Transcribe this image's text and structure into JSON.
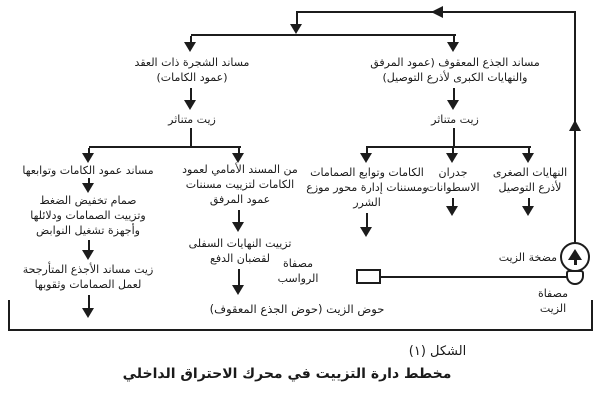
{
  "diagram": {
    "type": "flowchart",
    "language": "ar",
    "colors": {
      "background": "#ffffff",
      "line": "#1c1c1c",
      "text": "#1a1a1a"
    },
    "nodes": {
      "camshaft_bearings": "مساند الشجرة ذات العقد\n(عمود الكامات)",
      "crankshaft_bearings": "مساند الجذع المعقوف (عمود المرفق\nوالنهايات الكبرى لأذرع التوصيل)",
      "splash_oil_left": "زيت متناثر",
      "splash_oil_right": "زيت متناثر",
      "cam_supports": "مساند عمود الكامات وتوابعها",
      "pressure_relief": "صمام تخفيض الضغط\nوتزييت الصمامات ودلائلها\nوأجهزة تشغيل النوابض",
      "rocker_oil": "زيت مساند الأجذع المتأرجحة\nلعمل الصمامات وثقوبها",
      "front_bearing": "من المسند الأمامي لعمود\nالكامات لتزييت مسننات\nعمود المرفق",
      "pushrod_ends": "تزييت النهايات السفلى\nلقضبان الدفع",
      "cams_followers": "الكامات وتوابع الصمامات\nومسننات إدارة محور موزع\nالشرر",
      "cylinder_walls": "جدران\nالاسطوانات",
      "small_ends": "النهايات الصغرى\nلأذرع التوصيل"
    },
    "labels": {
      "oil_pump": "مضخة الزيت",
      "sediment_strainer": "مصفاة\nالرواسب",
      "oil_strainer": "مصفاة\nالزيت",
      "sump": "حوض الزيت (حوض الجذع المعقوف)"
    },
    "caption": {
      "figure_number": "الشكل (١)",
      "figure_title": "مخطط دارة التزييت في محرك الاحتراق الداخلي"
    }
  }
}
